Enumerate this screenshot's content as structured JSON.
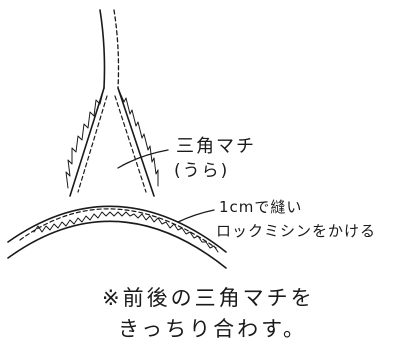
{
  "labels": {
    "gusset_title": "三角マチ",
    "gusset_sub": "(うら)",
    "serge_line1": "1cmで縫い",
    "serge_line2": "ロックミシンをかける",
    "note_line1": "※前後の三角マチを",
    "note_line2": "きっちり合わす。"
  },
  "colors": {
    "ink": "#1a1a1a",
    "background": "#ffffff"
  }
}
